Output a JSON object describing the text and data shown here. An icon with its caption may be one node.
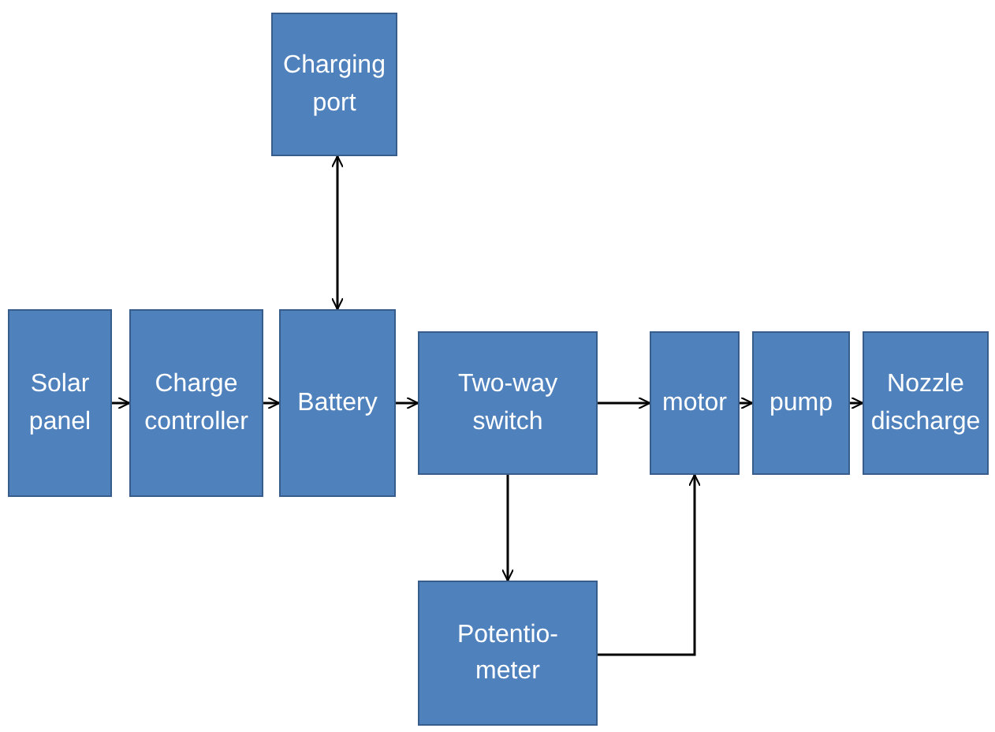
{
  "diagram": {
    "nodes": [
      {
        "text": [
          "Charging port"
        ]
      },
      {
        "text": [
          "Solar panel"
        ]
      },
      {
        "text": [
          "Charge controller"
        ]
      },
      {
        "text": [
          "Battery"
        ]
      },
      {
        "text": [
          "Two-way switch"
        ]
      },
      {
        "text": [
          "motor"
        ]
      },
      {
        "text": [
          "pump"
        ]
      },
      {
        "text": [
          "Nozzle discharge"
        ]
      },
      {
        "text": [
          "Potentio- meter"
        ]
      }
    ],
    "edges": [
      {
        "from": 1,
        "to": 2,
        "arrow": "to"
      },
      {
        "from": 2,
        "to": 3,
        "arrow": "to"
      },
      {
        "from": 0,
        "to": 3,
        "arrow": "both"
      },
      {
        "from": 3,
        "to": 4,
        "arrow": "to"
      },
      {
        "from": 4,
        "to": 5,
        "arrow": "to"
      },
      {
        "from": 5,
        "to": 6,
        "arrow": "to"
      },
      {
        "from": 6,
        "to": 7,
        "arrow": "to"
      },
      {
        "from": 4,
        "to": 8,
        "arrow": "to"
      },
      {
        "from": 8,
        "to": 5,
        "arrow": "to"
      }
    ]
  }
}
